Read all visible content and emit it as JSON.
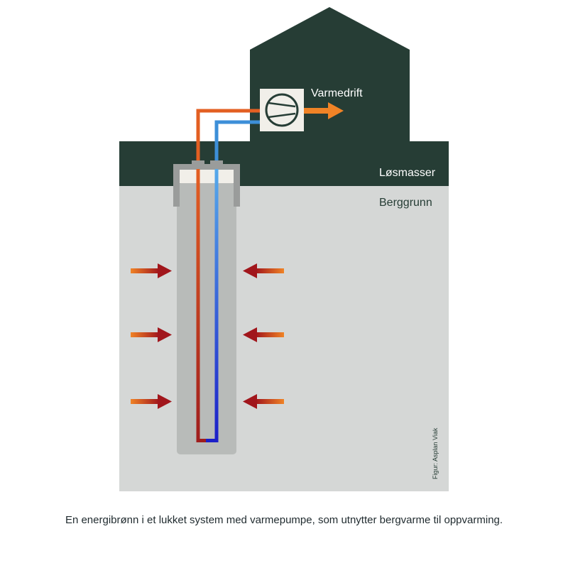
{
  "labels": {
    "heat_output": "Varmedrift",
    "loose_soil": "Løsmasser",
    "bedrock": "Berggrunn",
    "credit": "Figur: Asplan Viak"
  },
  "caption": "En energibrønn i et lukket system med varmepumpe, som utnytter bergvarme til oppvarming.",
  "colors": {
    "dark_green": "#263d35",
    "bedrock": "#d5d7d6",
    "well": "#b8bbb9",
    "well_cap": "#9a9c9b",
    "well_top": "#f1efe9",
    "hot_pipe": "#e35f22",
    "cold_pipe": "#3d8fd8",
    "heat_arrow": "#f08326",
    "flow_arrow": "#9f1d1d"
  },
  "icons": {
    "heat_pump": "compressor-icon",
    "heat_out": "arrow-right-icon",
    "ground_heat": "arrow-inward-icon"
  }
}
